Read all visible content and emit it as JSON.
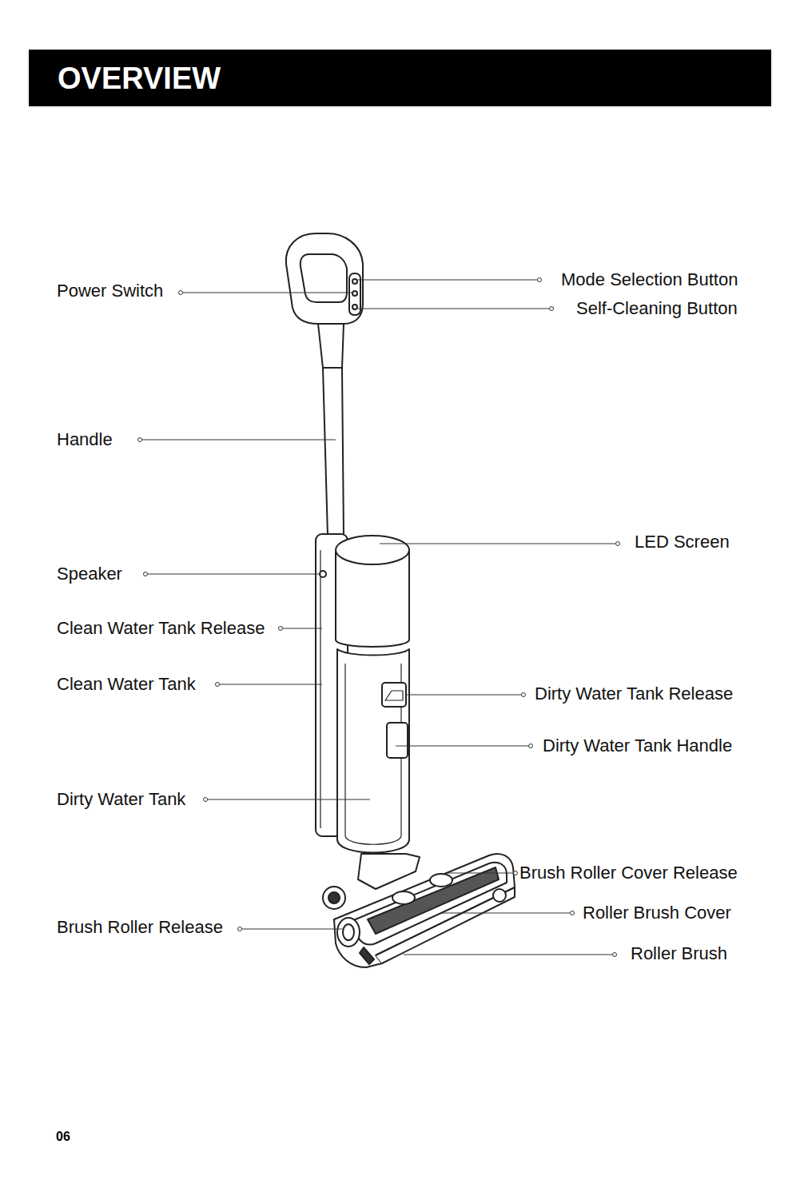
{
  "diagram": {
    "title": "OVERVIEW",
    "labels": [
      "Power Switch",
      "Mode Selection Button",
      "Self-Cleaning Button",
      "Handle",
      "LED Screen",
      "Speaker",
      "Clean Water Tank Release",
      "Clean Water Tank",
      "Dirty Water Tank Release",
      "Dirty Water Tank Handle",
      "Dirty Water Tank",
      "Brush Roller Cover Release",
      "Roller Brush Cover",
      "Brush Roller Release",
      "Roller Brush",
      "06"
    ]
  }
}
